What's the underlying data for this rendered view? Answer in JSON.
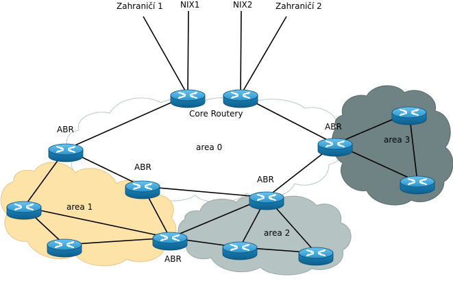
{
  "external_links": [
    {
      "id": "zahranici1",
      "label": "Zahraničí 1"
    },
    {
      "id": "nix1",
      "label": "NIX1"
    },
    {
      "id": "nix2",
      "label": "NIX2"
    },
    {
      "id": "zahranici2",
      "label": "Zahraničí 2"
    }
  ],
  "labels": {
    "core": "Core Routery",
    "area0": "area 0",
    "area1": "area 1",
    "area2": "area 2",
    "area3": "area 3",
    "abr": "ABR"
  },
  "areas": [
    {
      "id": "area0",
      "name": "area 0",
      "color": "#ffffff",
      "stroke": "#b8c8c8"
    },
    {
      "id": "area1",
      "name": "area 1",
      "color": "#fde3a7",
      "stroke": "#e8c98a"
    },
    {
      "id": "area2",
      "name": "area 2",
      "color": "#b5c3c3",
      "stroke": "#9aabab"
    },
    {
      "id": "area3",
      "name": "area 3",
      "color": "#6f8384",
      "stroke": "#5a6e6f"
    }
  ],
  "routers": [
    {
      "id": "core1",
      "role": "core"
    },
    {
      "id": "core2",
      "role": "core"
    },
    {
      "id": "abr_left",
      "role": "ABR"
    },
    {
      "id": "abr_mid",
      "role": "ABR"
    },
    {
      "id": "abr_right_mid",
      "role": "ABR"
    },
    {
      "id": "abr_right",
      "role": "ABR"
    },
    {
      "id": "abr_bottom",
      "role": "ABR"
    },
    {
      "id": "a1_r1",
      "role": "area1"
    },
    {
      "id": "a1_r2",
      "role": "area1"
    },
    {
      "id": "a2_r1",
      "role": "area2"
    },
    {
      "id": "a2_r2",
      "role": "area2"
    },
    {
      "id": "a3_r1",
      "role": "area3"
    },
    {
      "id": "a3_r2",
      "role": "area3"
    }
  ],
  "links": [
    [
      "core1",
      "zahranici1"
    ],
    [
      "core1",
      "nix1"
    ],
    [
      "core2",
      "nix2"
    ],
    [
      "core2",
      "zahranici2"
    ],
    [
      "core1",
      "abr_left"
    ],
    [
      "core2",
      "abr_right"
    ],
    [
      "abr_left",
      "abr_mid"
    ],
    [
      "abr_left",
      "a1_r1"
    ],
    [
      "abr_mid",
      "abr_right_mid"
    ],
    [
      "abr_mid",
      "abr_bottom"
    ],
    [
      "abr_right_mid",
      "abr_right"
    ],
    [
      "abr_right_mid",
      "abr_bottom"
    ],
    [
      "abr_right_mid",
      "a2_r1"
    ],
    [
      "abr_right_mid",
      "a2_r2"
    ],
    [
      "abr_right",
      "a3_r1"
    ],
    [
      "abr_right",
      "a3_r2"
    ],
    [
      "a3_r1",
      "a3_r2"
    ],
    [
      "a1_r1",
      "a1_r2"
    ],
    [
      "a1_r1",
      "abr_bottom"
    ],
    [
      "a1_r2",
      "abr_bottom"
    ],
    [
      "abr_bottom",
      "a2_r1"
    ],
    [
      "a2_r1",
      "a2_r2"
    ]
  ],
  "colors": {
    "router_top": "#3da1d6",
    "router_body": "#1c7fb5",
    "router_edge": "#0c5d8a",
    "link": "#000000"
  }
}
